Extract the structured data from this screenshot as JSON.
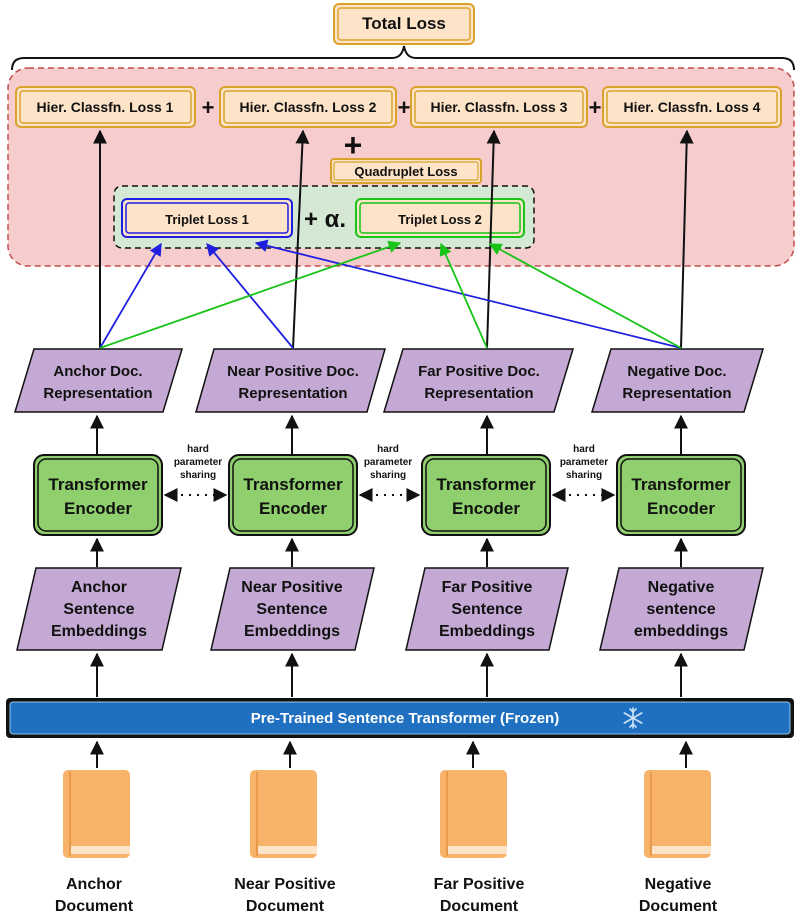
{
  "total_loss": "Total Loss",
  "hier_losses": [
    "Hier. Classfn. Loss 1",
    "Hier. Classfn. Loss 2",
    "Hier. Classfn. Loss 3",
    "Hier. Classfn. Loss 4"
  ],
  "plus_sign": "+",
  "quadruplet_loss": "Quadruplet Loss",
  "triplet_loss_1": "Triplet Loss 1",
  "triplet_loss_2": "Triplet Loss 2",
  "alpha_operator": "+ α.",
  "representations": [
    [
      "Anchor Doc.",
      "Representation"
    ],
    [
      "Near Positive Doc.",
      "Representation"
    ],
    [
      "Far Positive Doc.",
      "Representation"
    ],
    [
      "Negative Doc.",
      "Representation"
    ]
  ],
  "encoders": [
    [
      "Transformer",
      "Encoder"
    ],
    [
      "Transformer",
      "Encoder"
    ],
    [
      "Transformer",
      "Encoder"
    ],
    [
      "Transformer",
      "Encoder"
    ]
  ],
  "sharing_label": [
    "hard",
    "parameter",
    "sharing"
  ],
  "embeddings": [
    [
      "Anchor",
      "Sentence",
      "Embeddings"
    ],
    [
      "Near Positive",
      "Sentence",
      "Embeddings"
    ],
    [
      "Far Positive",
      "Sentence",
      "Embeddings"
    ],
    [
      "Negative",
      "sentence",
      "embeddings"
    ]
  ],
  "pretrained_transformer": "Pre-Trained Sentence Transformer (Frozen)",
  "frozen_icon": "snowflake-icon",
  "document_icon": "book-icon",
  "documents": [
    [
      "Anchor",
      "Document"
    ],
    [
      "Near Positive",
      "Document"
    ],
    [
      "Far Positive",
      "Document"
    ],
    [
      "Negative",
      "Document"
    ]
  ],
  "colors": {
    "loss_fill": "#fde3c7",
    "loss_border": "#d9a32b",
    "loss_region_fill": "#f7cccc",
    "loss_region_border": "#c0504d",
    "quad_region_fill": "#d5e8d4",
    "triplet1_border": "#1f1fe0",
    "triplet2_border": "#17c417",
    "purple": "#c3a9d3",
    "encoder_fill": "#8fcf6e",
    "transformer_bar": "#1f70c1",
    "book": "#f8b36b"
  }
}
